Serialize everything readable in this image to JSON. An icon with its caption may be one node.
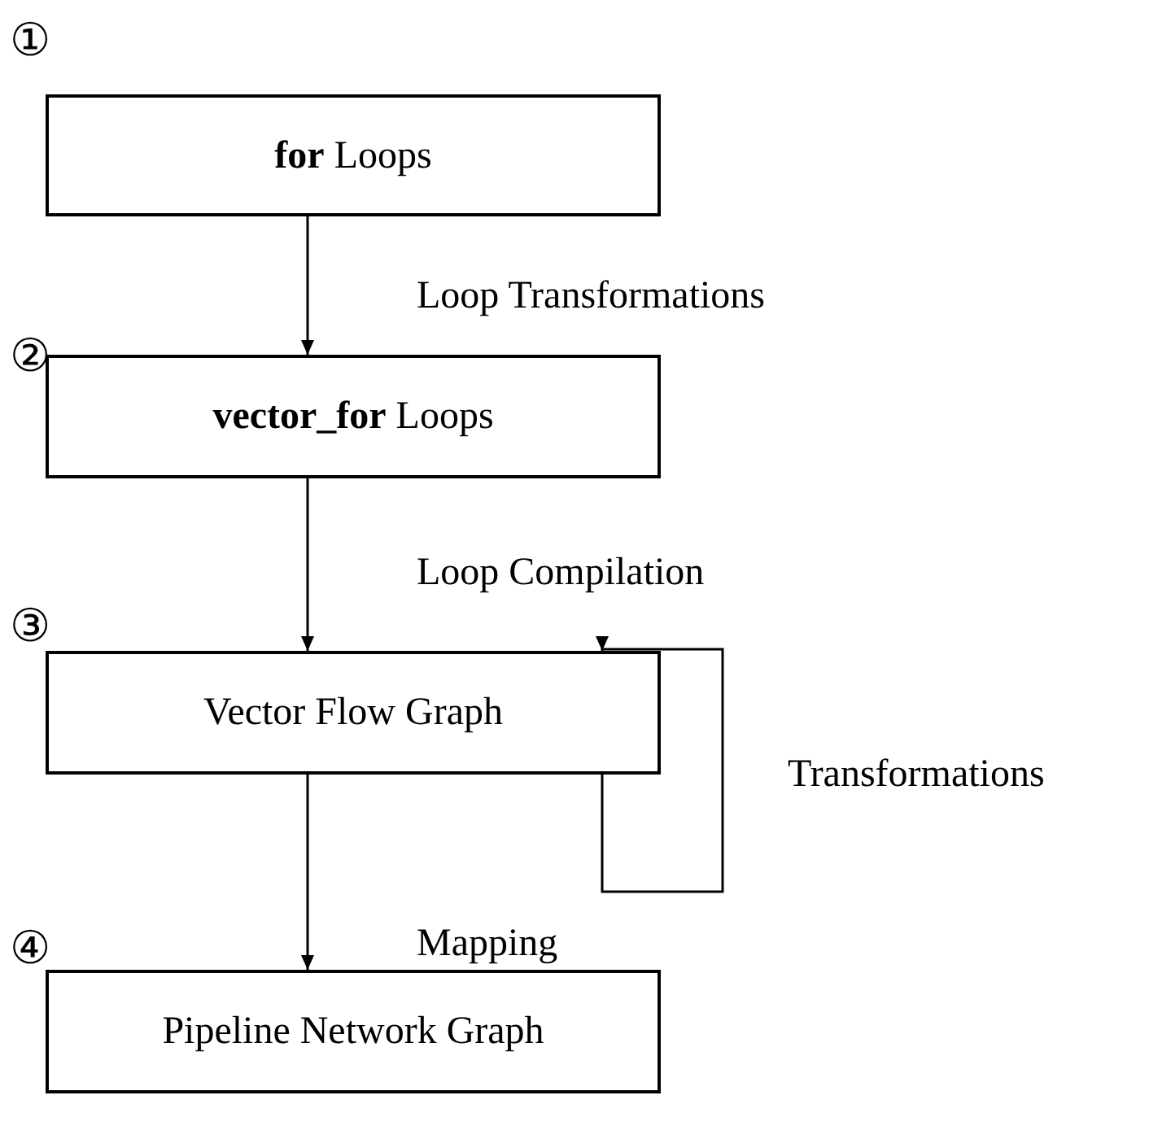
{
  "diagram": {
    "nodes": [
      {
        "text": [
          "**for** Loops"
        ]
      },
      {
        "text": [
          "**vector_for** Loops"
        ]
      },
      {
        "text": [
          "Vector Flow Graph"
        ]
      },
      {
        "text": [
          "Pipeline Network Graph"
        ]
      }
    ],
    "edges": [
      {
        "from": 0,
        "to": 1,
        "arrow": "to",
        "label": "Loop Transformations"
      },
      {
        "from": 1,
        "to": 2,
        "arrow": "to",
        "label": "Loop Compilation"
      },
      {
        "from": 2,
        "to": 2,
        "arrow": "to",
        "label": "Transformations"
      },
      {
        "from": 2,
        "to": 3,
        "arrow": "to",
        "label": "Mapping"
      }
    ],
    "labels": [
      "①",
      "②",
      "③",
      "④"
    ]
  }
}
